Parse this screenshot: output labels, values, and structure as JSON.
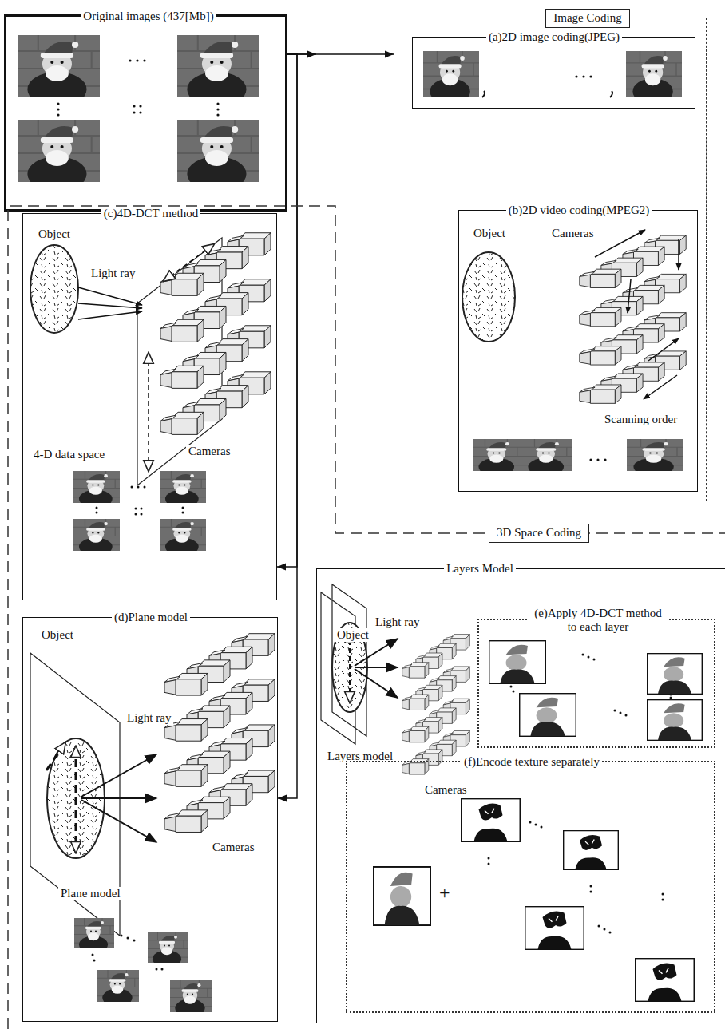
{
  "diagram": {
    "nodes": [
      {
        "text": [
          "Original images (437[Mb])"
        ]
      },
      {
        "text": [
          "Image Coding"
        ]
      },
      {
        "text": [
          "(a)2D image coding(JPEG)"
        ],
        "in": 1
      },
      {
        "text": [
          "(b)2D video coding(MPEG2)",
          "Object",
          "Cameras",
          "Scanning order"
        ],
        "in": 1
      },
      {
        "text": [
          "3D Space Coding"
        ]
      },
      {
        "text": [
          "(c)4D-DCT method",
          "Object",
          "Light ray",
          "4-D data space",
          "Cameras"
        ],
        "in": 4
      },
      {
        "text": [
          "(d)Plane model",
          "Object",
          "Light ray",
          "Plane model",
          "Cameras"
        ],
        "in": 4
      },
      {
        "text": [
          "Layers Model",
          "Object",
          "Light ray",
          "Layers model",
          "Cameras"
        ],
        "in": 4
      },
      {
        "text": [
          "(e)Apply 4D-DCT method to each layer"
        ],
        "in": 7
      },
      {
        "text": [
          "(f)Encode texture separately"
        ],
        "in": 7
      }
    ],
    "edges": [
      {
        "from": 0,
        "to": 1,
        "arrow": "to"
      },
      {
        "from": 0,
        "to": 5,
        "arrow": "to"
      },
      {
        "from": 0,
        "to": 6,
        "arrow": "to"
      },
      {
        "from": 0,
        "to": 7,
        "arrow": "to"
      }
    ],
    "labels": [
      "+"
    ]
  }
}
